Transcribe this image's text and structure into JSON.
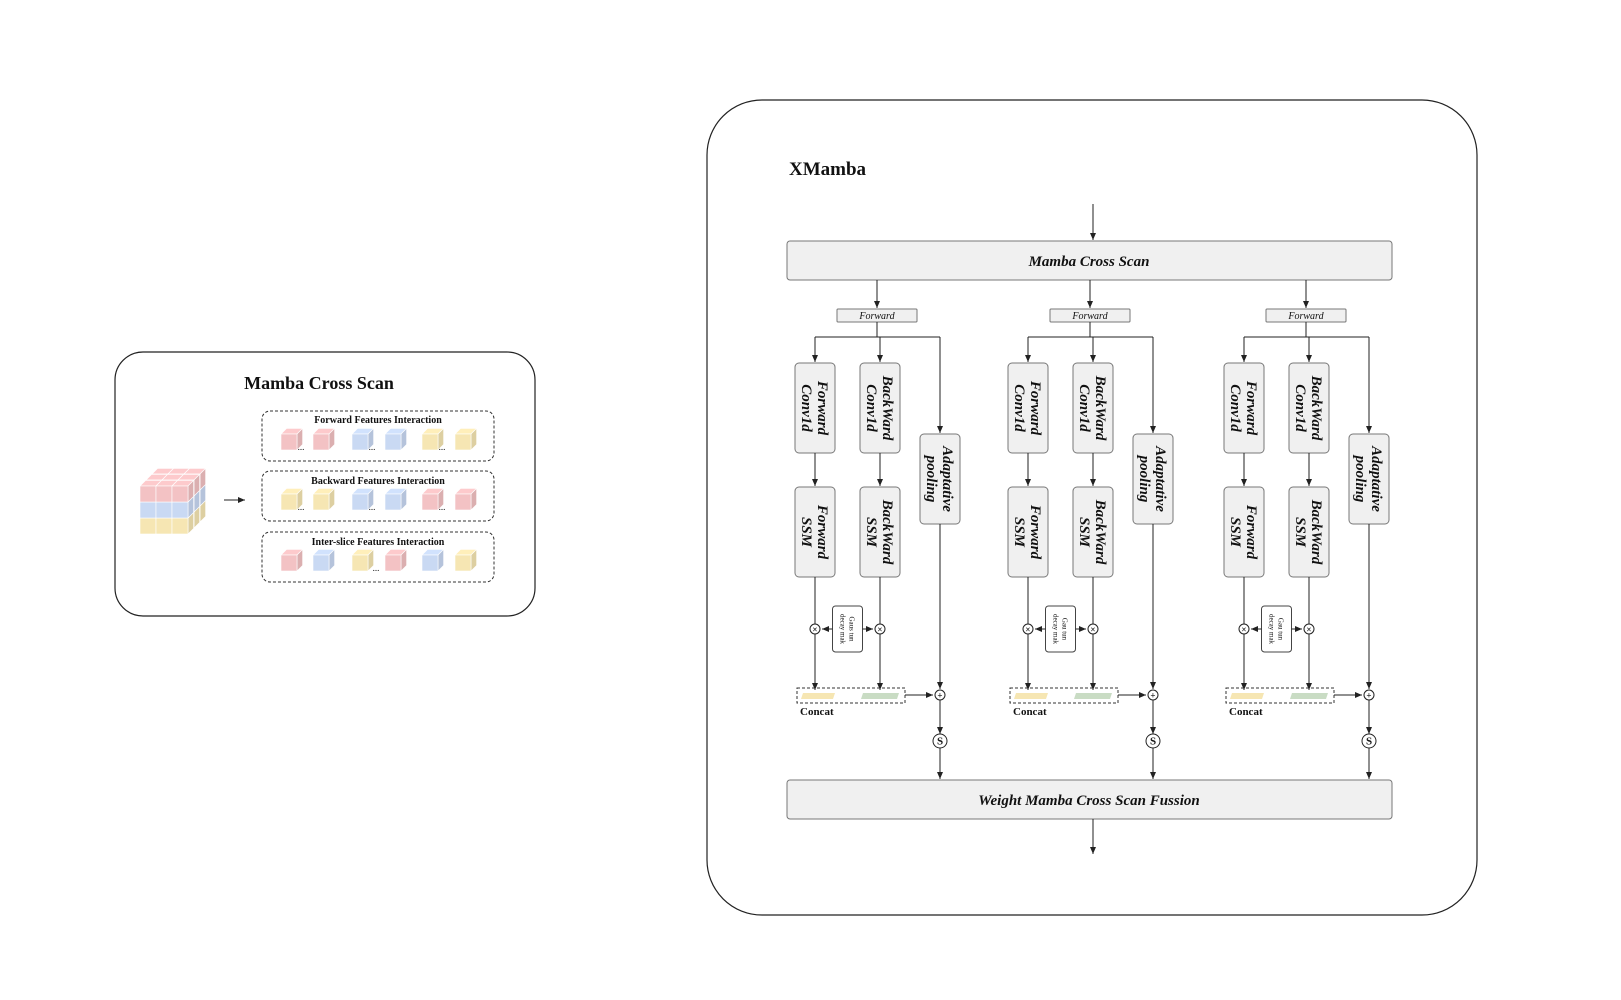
{
  "left_panel": {
    "title": "Mamba Cross Scan",
    "rows": [
      {
        "label": "Forward Features Interaction",
        "cubes": [
          "pink",
          "pink",
          "blue",
          "blue",
          "yellow",
          "yellow"
        ]
      },
      {
        "label": "Backward Features Interaction",
        "cubes": [
          "yellow",
          "yellow",
          "blue",
          "blue",
          "pink",
          "pink"
        ]
      },
      {
        "label": "Inter-slice Features Interaction",
        "cubes": [
          "pink",
          "blue",
          "yellow",
          "pink",
          "blue",
          "yellow"
        ]
      }
    ],
    "ellipsis": "..."
  },
  "right_panel": {
    "title": "XMamba",
    "top_block": "Mamba Cross Scan",
    "bottom_block": "Weight Mamba Cross Scan Fussion",
    "branches": [
      {
        "forward": "Forward",
        "fconv": [
          "Forward",
          "Conv1d"
        ],
        "bconv": [
          "BackWard",
          "Conv1d"
        ],
        "fssm": [
          "Forward",
          "SSM"
        ],
        "bssm": [
          "BackWard",
          "SSM"
        ],
        "pool": [
          "Adaptative",
          "pooling"
        ],
        "gate": [
          "Gaus tun",
          "decay mak"
        ],
        "concat": "Concat"
      },
      {
        "forward": "Forward",
        "fconv": [
          "Forward",
          "Conv1d"
        ],
        "bconv": [
          "BackWard",
          "Conv1d"
        ],
        "fssm": [
          "Forward",
          "SSM"
        ],
        "bssm": [
          "BackWard",
          "SSM"
        ],
        "pool": [
          "Adaptative",
          "pooling"
        ],
        "gate": [
          "Gau tun",
          "decay mak"
        ],
        "concat": "Concat"
      },
      {
        "forward": "Forward",
        "fconv": [
          "Forward",
          "Conv1d"
        ],
        "bconv": [
          "BackWard",
          "Conv1d"
        ],
        "fssm": [
          "Forward",
          "SSM"
        ],
        "bssm": [
          "BackWard",
          "SSM"
        ],
        "pool": [
          "Adaptative",
          "pooling"
        ],
        "gate": [
          "Gau tun",
          "decay mak"
        ],
        "concat": "Concat"
      }
    ],
    "symbols": {
      "multiply": "×",
      "add": "+",
      "sigmoid": "S"
    }
  },
  "colors": {
    "pink": "#f3c2c4",
    "blue": "#c9d9f3",
    "yellow": "#f6e6b3",
    "green": "#c9dcc4",
    "block_fill": "#f0f0f0"
  }
}
